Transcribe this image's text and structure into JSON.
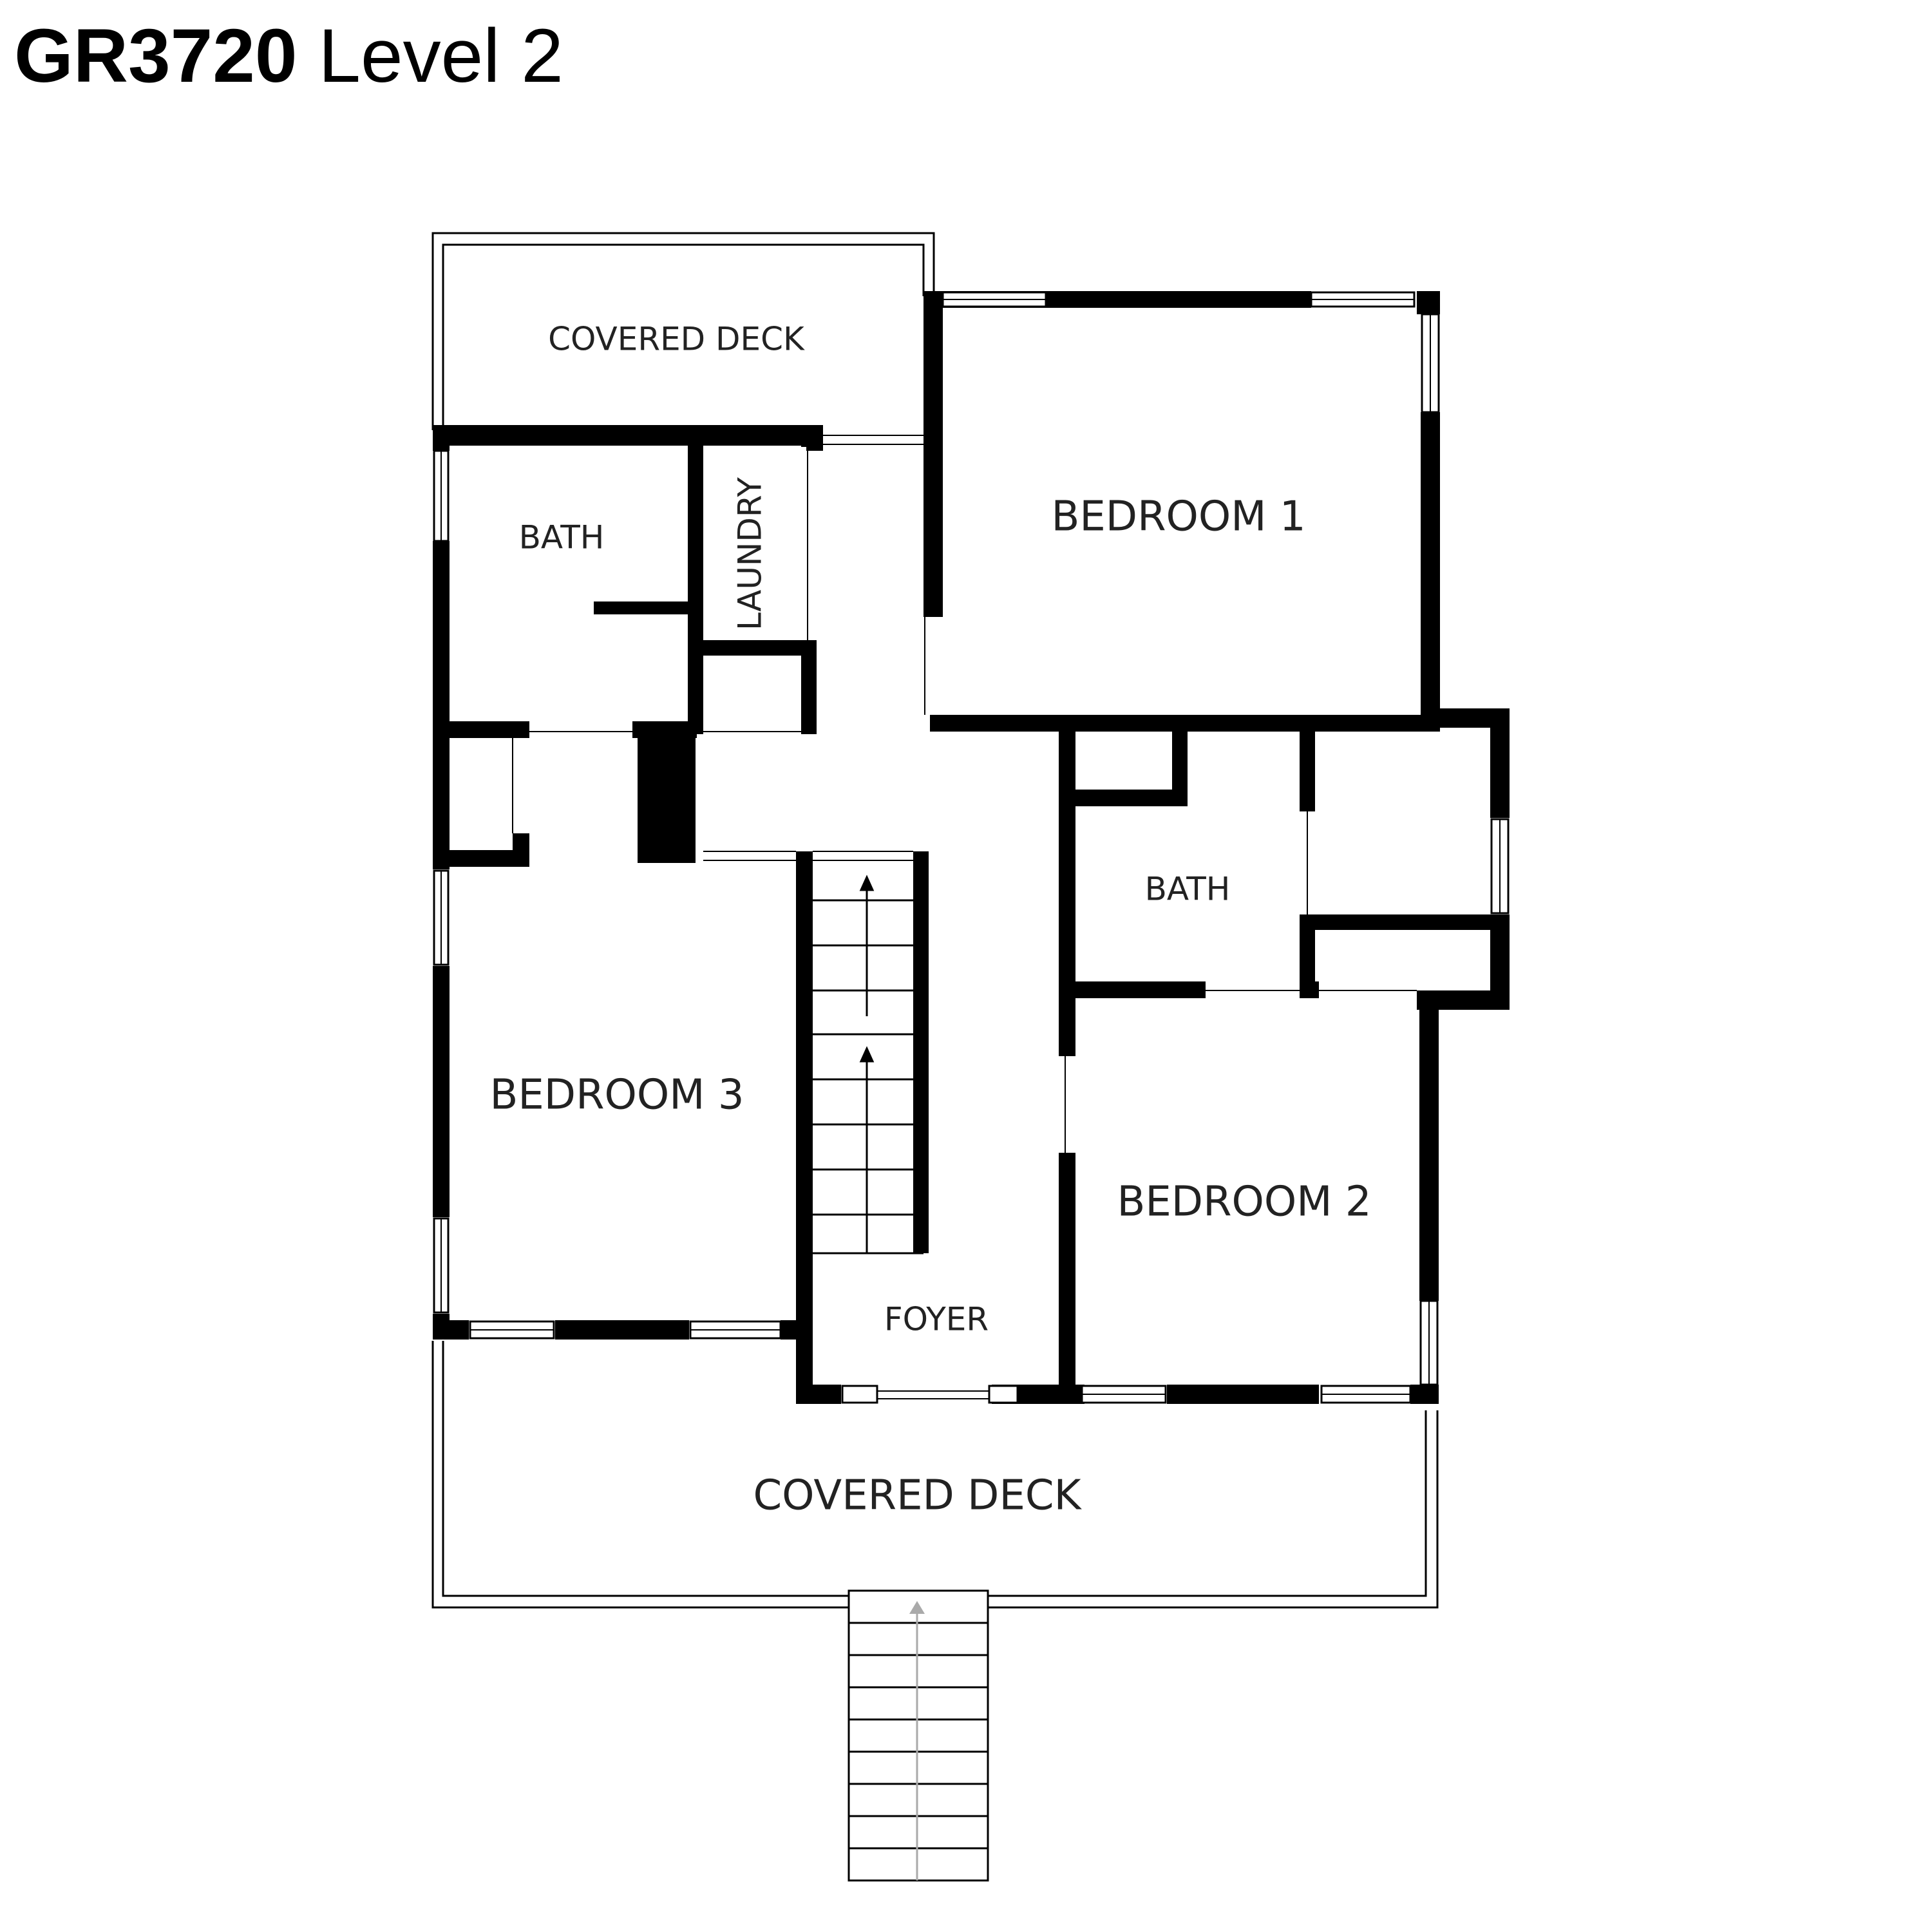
{
  "title": {
    "code": "GR3720",
    "level": "Level 2"
  },
  "rooms": {
    "covered_deck_top": "COVERED DECK",
    "bath_left": "BATH",
    "laundry": "LAUNDRY",
    "bedroom_1": "BEDROOM 1",
    "bath_right": "BATH",
    "bedroom_3": "BEDROOM 3",
    "bedroom_2": "BEDROOM 2",
    "foyer": "FOYER",
    "covered_deck_bottom": "COVERED DECK"
  },
  "colors": {
    "wall": "#000000",
    "background": "#ffffff",
    "text": "#222222"
  }
}
